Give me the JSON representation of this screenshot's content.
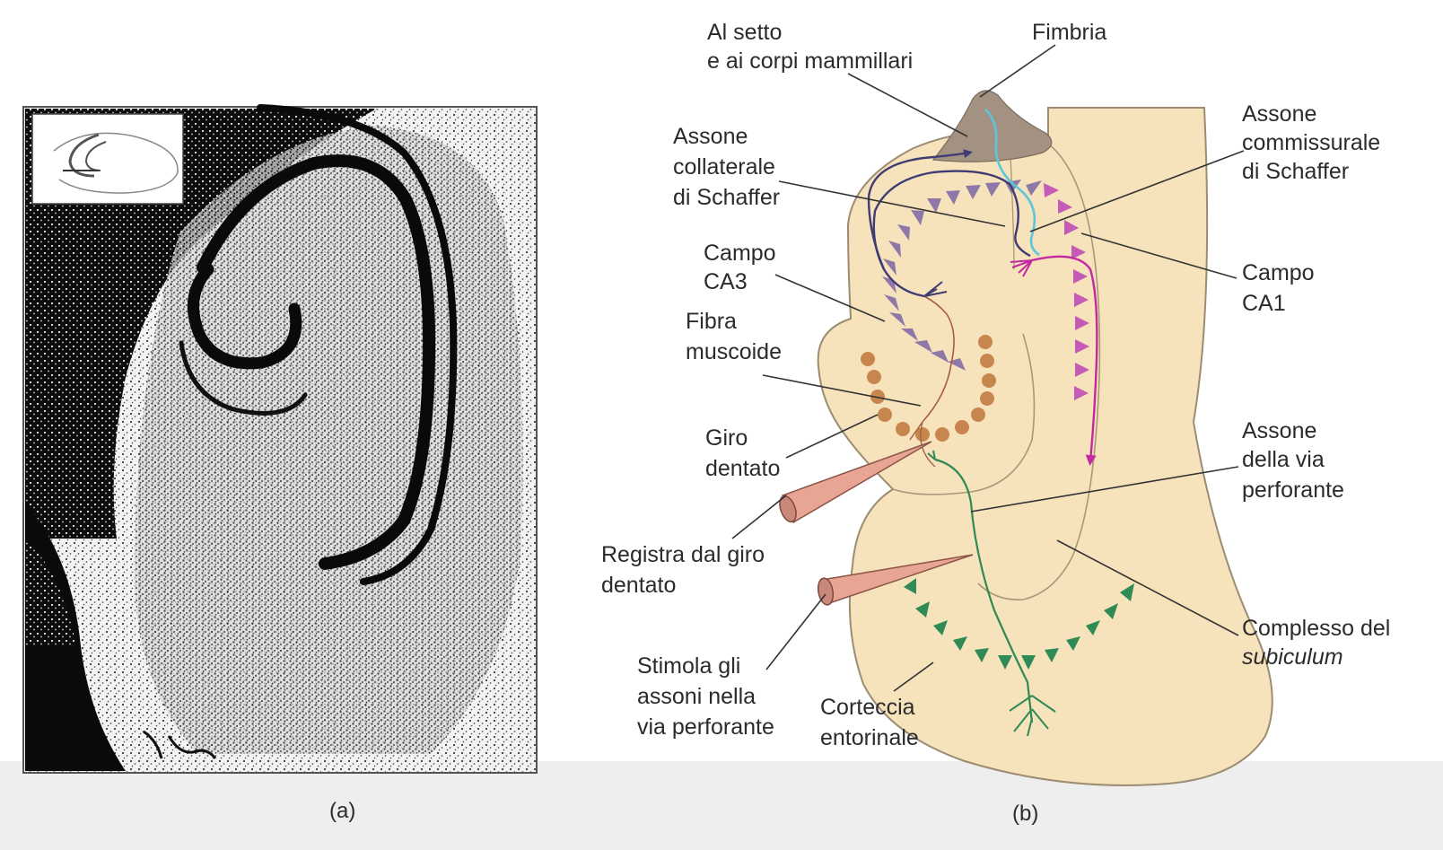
{
  "panel_a": {
    "caption": "(a)"
  },
  "panel_b": {
    "caption": "(b)",
    "labels": {
      "al_setto_1": "Al setto",
      "al_setto_2": "e ai corpi mammillari",
      "fimbria": "Fimbria",
      "assone_coll_1": "Assone",
      "assone_coll_2": "collaterale",
      "assone_coll_3": "di Schaffer",
      "assone_comm_1": "Assone",
      "assone_comm_2": "commissurale",
      "assone_comm_3": "di Schaffer",
      "campo_ca3_1": "Campo",
      "campo_ca3_2": "CA3",
      "campo_ca1_1": "Campo",
      "campo_ca1_2": "CA1",
      "fibra_1": "Fibra",
      "fibra_2": "muscoide",
      "giro_1": "Giro",
      "giro_2": "dentato",
      "assone_perf_1": "Assone",
      "assone_perf_2": "della via",
      "assone_perf_3": "perforante",
      "registra_1": "Registra dal giro",
      "registra_2": "dentato",
      "complesso_1": "Complesso del",
      "complesso_2": "subiculum",
      "stimola_1": "Stimola gli",
      "stimola_2": "assoni nella",
      "stimola_3": "via perforante",
      "corteccia_1": "Corteccia",
      "corteccia_2": "entorinale"
    }
  },
  "colors": {
    "tissue": "#f6e2bb",
    "tissue_outline": "#8f8167",
    "fimbria": "#a39282",
    "ca3_neurons": "#8e78a8",
    "ca1_neurons": "#c45bb6",
    "granule_cells": "#c8864f",
    "entorhinal_neurons": "#2f8a55",
    "electrode": "#e8a593",
    "schaffer_axon": "#3e3c73",
    "commissural_axon": "#5cc6dc"
  },
  "icons": [
    "recording-electrode-icon",
    "stimulating-electrode-icon"
  ]
}
